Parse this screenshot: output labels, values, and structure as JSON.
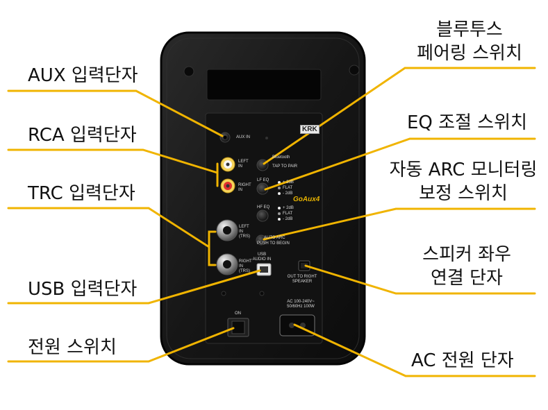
{
  "labels": {
    "aux": "AUX 입력단자",
    "rca": "RCA 입력단자",
    "trc": "TRC 입력단자",
    "usb": "USB 입력단자",
    "power_switch": "전원 스위치",
    "bluetooth_line1": "블루투스",
    "bluetooth_line2": "페어링 스위치",
    "eq": "EQ 조절 스위치",
    "arc_line1": "자동 ARC 모니터링",
    "arc_line2": "보정 스위치",
    "speaker_line1": "스피커 좌우",
    "speaker_line2": "연결 단자",
    "ac": "AC 전원 단자"
  },
  "panel": {
    "aux_in": "AUX IN",
    "bluetooth": "Bluetooth",
    "tap_to_pair": "TAP TO PAIR",
    "left_in": "LEFT IN",
    "right_in": "RIGHT IN",
    "lf_eq": "LF EQ",
    "hf_eq": "HF EQ",
    "eq_plus": "+ 2dB",
    "eq_flat": "FLAT",
    "eq_minus": "- 2dB",
    "left_in_trs": "LEFT IN (TRS)",
    "right_in_trs": "RIGHT IN (TRS)",
    "auto_arc": "AUTO ARC",
    "push_to_begin": "PUSH TO BEGIN",
    "usb_audio_in": "USB AUDIO IN",
    "out_to_right": "OUT TO RIGHT SPEAKER",
    "ac_rating": "AC 100-240V~ 50/60Hz 100W",
    "on": "ON",
    "model": "GoAux4",
    "krk": "KRK"
  },
  "colors": {
    "accent": "#f0b400",
    "speaker_body": "#1a1a1a",
    "panel": "#141414"
  }
}
